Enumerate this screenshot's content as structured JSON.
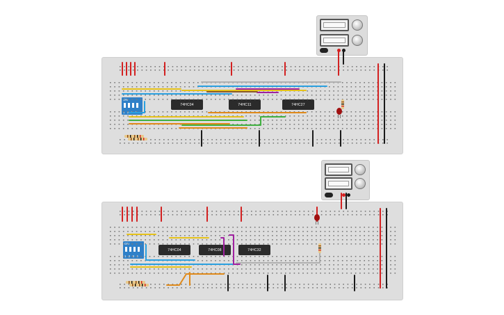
{
  "circuit_top": {
    "chips": [
      "74HC04",
      "74HC11",
      "74HC27"
    ],
    "dip_switch": {
      "on_label": "ON",
      "numbers": "1 2 3 4"
    }
  },
  "circuit_bottom": {
    "chips": [
      "74HC04",
      "74HC08",
      "74HC32"
    ],
    "dip_switch": {
      "on_label": "ON",
      "numbers": "1 2 3 4"
    }
  },
  "colors": {
    "board": "#dedede",
    "wire_red": "#d32020",
    "wire_black": "#1a1a1a",
    "wire_yellow": "#e6c21a",
    "wire_blue": "#2aa0e0",
    "wire_green": "#40b040",
    "wire_orange": "#e08a1a",
    "wire_purple": "#a020a0",
    "wire_brown": "#8a5a2a",
    "led_red": "#a01010",
    "dip_blue": "#2f80c8"
  }
}
